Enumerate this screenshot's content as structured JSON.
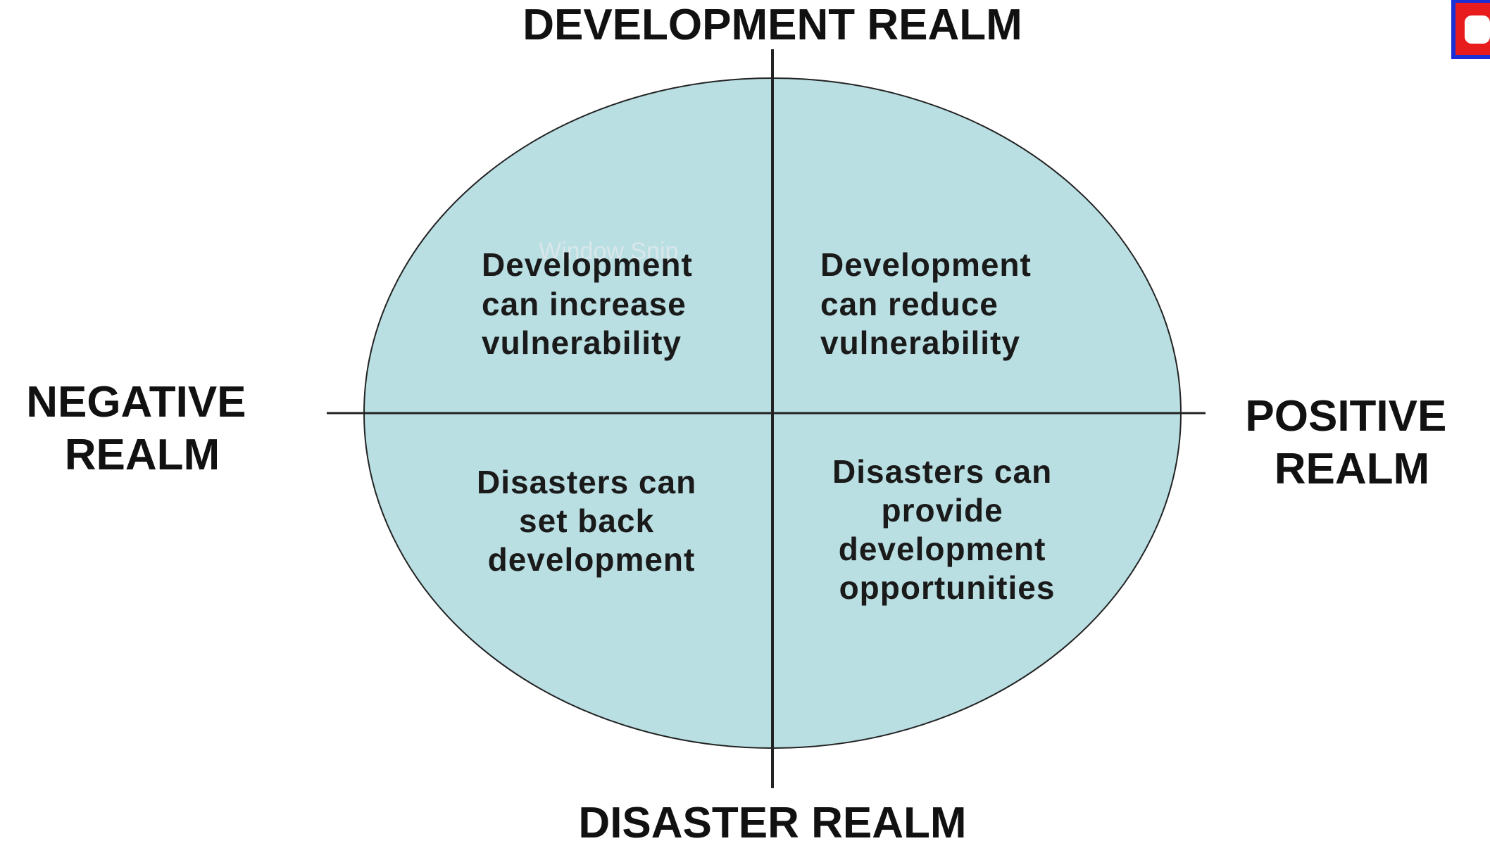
{
  "diagram": {
    "top_label": "DEVELOPMENT REALM",
    "bottom_label": "DISASTER REALM",
    "left_label": [
      "NEGATIVE",
      "REALM"
    ],
    "right_label": [
      "POSITIVE",
      "REALM"
    ],
    "quadrants": {
      "top_left": [
        "Development",
        "can increase",
        "vulnerability"
      ],
      "top_right": [
        "Development",
        "can reduce",
        "vulnerability"
      ],
      "bottom_left": [
        "Disasters can",
        "set back",
        "development"
      ],
      "bottom_right": [
        "Disasters can",
        "provide",
        "development",
        "opportunities"
      ]
    },
    "ghost_text": "Window Snip",
    "colors": {
      "ellipse_fill": "#b9dfe3",
      "line": "#222222",
      "text": "#111111",
      "corner_icon_blue": "#1c2fd6",
      "corner_icon_red": "#e81c1c"
    }
  }
}
